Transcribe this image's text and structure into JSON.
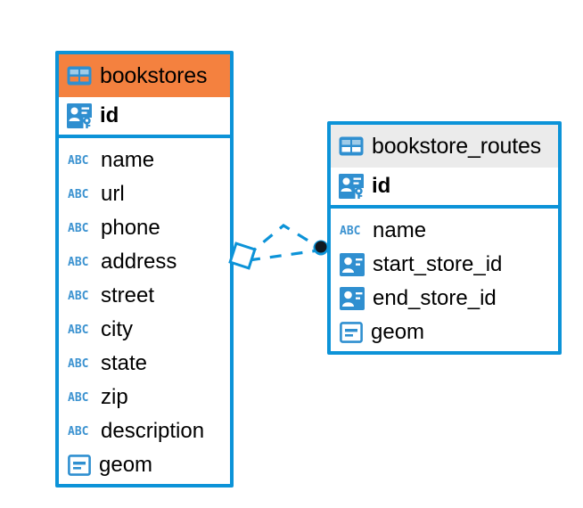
{
  "diagram": {
    "type": "entity-relationship-diagram",
    "background": "#ffffff",
    "accent_border": "#0c93d8",
    "header_orange": "#f4813f",
    "header_gray": "#ebebeb",
    "icon_blue": "#2f8fd0"
  },
  "tables": [
    {
      "name": "bookstores",
      "title": "bookstores",
      "header_style": "orange",
      "primary_key": {
        "label": "id",
        "icon": "primary-key-icon"
      },
      "fields": [
        {
          "label": "name",
          "icon": "abc-icon"
        },
        {
          "label": "url",
          "icon": "abc-icon"
        },
        {
          "label": "phone",
          "icon": "abc-icon"
        },
        {
          "label": "address",
          "icon": "abc-icon"
        },
        {
          "label": "street",
          "icon": "abc-icon"
        },
        {
          "label": "city",
          "icon": "abc-icon"
        },
        {
          "label": "state",
          "icon": "abc-icon"
        },
        {
          "label": "zip",
          "icon": "abc-icon"
        },
        {
          "label": "description",
          "icon": "abc-icon"
        },
        {
          "label": "geom",
          "icon": "geometry-icon"
        }
      ]
    },
    {
      "name": "bookstore_routes",
      "title": "bookstore_routes",
      "header_style": "gray",
      "primary_key": {
        "label": "id",
        "icon": "primary-key-icon"
      },
      "fields": [
        {
          "label": "name",
          "icon": "abc-icon"
        },
        {
          "label": "start_store_id",
          "icon": "foreign-key-icon"
        },
        {
          "label": "end_store_id",
          "icon": "foreign-key-icon"
        },
        {
          "label": "geom",
          "icon": "geometry-icon"
        }
      ]
    }
  ],
  "relationship": {
    "name": "bookstores-to-bookstore-routes",
    "line_style": "dashed",
    "color": "#0c93d8",
    "source_marker": "diamond",
    "target_marker": "filled-circle"
  }
}
